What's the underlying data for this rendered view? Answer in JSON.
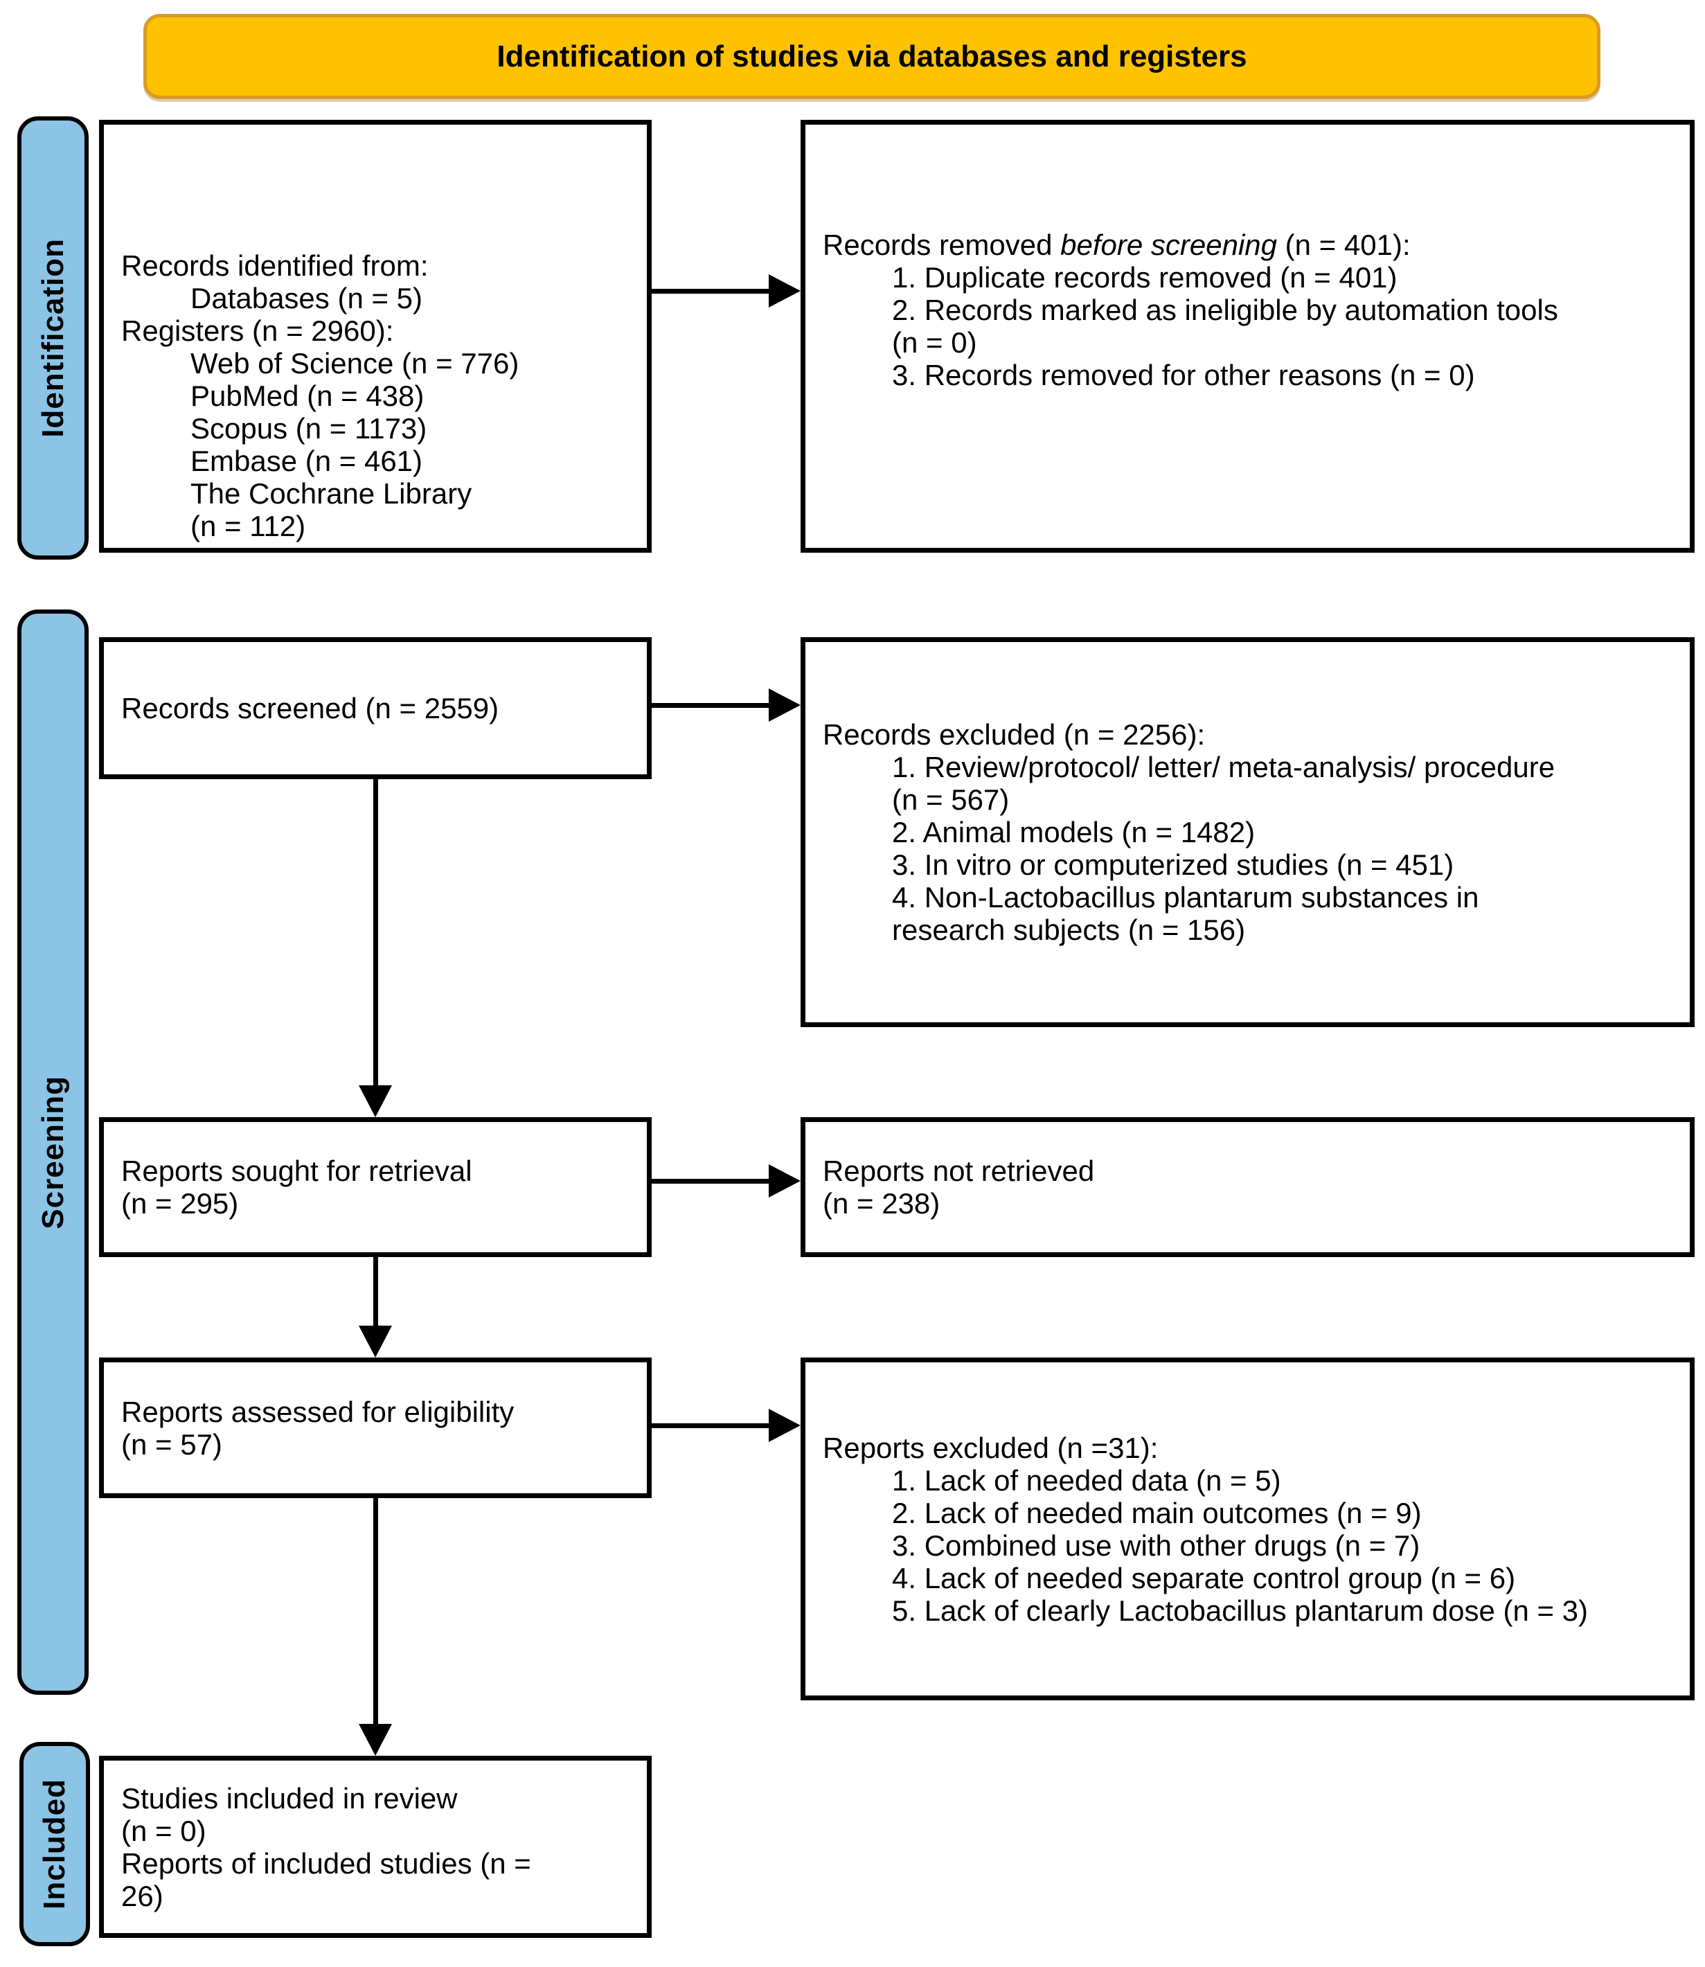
{
  "title": {
    "text": "Identification of studies via databases and registers"
  },
  "stages": {
    "identification": "Identification",
    "screening": "Screening",
    "included": "Included"
  },
  "colors": {
    "banner_fill": "#ffc200",
    "banner_border": "#d89b25",
    "stage_fill": "#8cc4e6"
  },
  "boxes": {
    "records_identified": {
      "lines": [
        {
          "indent": 0,
          "text": "Records identified from:"
        },
        {
          "indent": 1,
          "text": "Databases (n = 5)"
        },
        {
          "indent": 0,
          "text": "Registers (n = 2960):"
        },
        {
          "indent": 1,
          "text": "Web of Science (n = 776)"
        },
        {
          "indent": 1,
          "text": "PubMed (n = 438)"
        },
        {
          "indent": 1,
          "text": "Scopus (n = 1173)"
        },
        {
          "indent": 1,
          "text": "Embase (n = 461)"
        },
        {
          "indent": 1,
          "text": "The Cochrane Library"
        },
        {
          "indent": 1,
          "text": "(n = 112)"
        }
      ]
    },
    "records_removed": {
      "lines": [
        {
          "indent": 0,
          "parts": [
            {
              "text": "Records removed "
            },
            {
              "text": "before screening",
              "italic": true
            },
            {
              "text": " (n = 401):"
            }
          ]
        },
        {
          "indent": 1,
          "text": "1. Duplicate records removed (n = 401)"
        },
        {
          "indent": 1,
          "text": "2. Records marked as ineligible by automation tools"
        },
        {
          "indent": 1,
          "text": "(n = 0)"
        },
        {
          "indent": 1,
          "text": "3. Records removed for other reasons (n = 0)"
        }
      ]
    },
    "records_screened": {
      "lines": [
        {
          "indent": 0,
          "text": "Records screened (n = 2559)"
        }
      ]
    },
    "records_excluded": {
      "lines": [
        {
          "indent": 0,
          "text": "Records excluded (n = 2256):"
        },
        {
          "indent": 1,
          "text": "1. Review/protocol/ letter/ meta-analysis/ procedure"
        },
        {
          "indent": 1,
          "text": "(n = 567)"
        },
        {
          "indent": 1,
          "text": "2. Animal models (n = 1482)"
        },
        {
          "indent": 1,
          "text": "3. In vitro or computerized studies (n = 451)"
        },
        {
          "indent": 1,
          "text": "4. Non-Lactobacillus plantarum substances in"
        },
        {
          "indent": 1,
          "text": "research subjects (n = 156)"
        }
      ]
    },
    "reports_sought": {
      "lines": [
        {
          "indent": 0,
          "text": "Reports sought for retrieval"
        },
        {
          "indent": 0,
          "text": "(n = 295)"
        }
      ]
    },
    "reports_not_retrieved": {
      "lines": [
        {
          "indent": 0,
          "text": "Reports not retrieved"
        },
        {
          "indent": 0,
          "text": "(n = 238)"
        }
      ]
    },
    "reports_assessed": {
      "lines": [
        {
          "indent": 0,
          "text": "Reports assessed for eligibility"
        },
        {
          "indent": 0,
          "text": "(n = 57)"
        }
      ]
    },
    "reports_excluded": {
      "lines": [
        {
          "indent": 0,
          "text": "Reports excluded (n =31):"
        },
        {
          "indent": 1,
          "text": "1. Lack of needed data (n = 5)"
        },
        {
          "indent": 1,
          "text": "2. Lack of needed main outcomes (n = 9)"
        },
        {
          "indent": 1,
          "text": "3. Combined use with other drugs (n = 7)"
        },
        {
          "indent": 1,
          "text": "4. Lack of needed separate control group (n = 6)"
        },
        {
          "indent": 1,
          "text": "5. Lack of clearly Lactobacillus plantarum dose (n = 3)"
        }
      ]
    },
    "studies_included": {
      "lines": [
        {
          "indent": 0,
          "text": "Studies included in review"
        },
        {
          "indent": 0,
          "text": "(n = 0)"
        },
        {
          "indent": 0,
          "text": "Reports of included studies (n ="
        },
        {
          "indent": 0,
          "text": "26)"
        }
      ]
    }
  }
}
